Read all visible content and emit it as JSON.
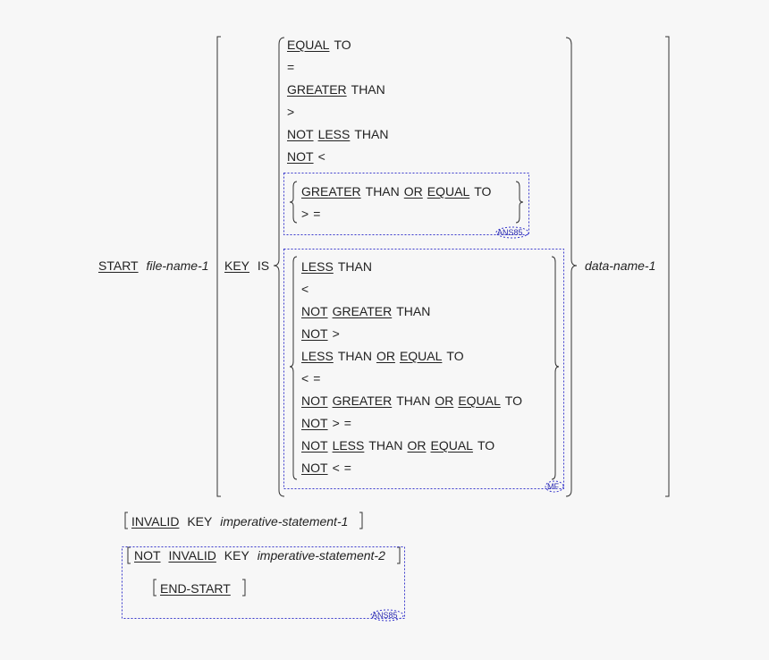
{
  "statement": {
    "verb": "START",
    "file_name": "file-name-1",
    "key_words": [
      "KEY",
      "IS"
    ],
    "data_name": "data-name-1"
  },
  "relations": [
    [
      {
        "t": "EQUAL",
        "u": true
      },
      {
        "t": "TO",
        "u": false
      }
    ],
    [
      {
        "t": "=",
        "u": false
      }
    ],
    [
      {
        "t": "GREATER",
        "u": true
      },
      {
        "t": "THAN",
        "u": false
      }
    ],
    [
      {
        "t": ">",
        "u": false
      }
    ],
    [
      {
        "t": "NOT",
        "u": true
      },
      {
        "t": "LESS",
        "u": true
      },
      {
        "t": "THAN",
        "u": false
      }
    ],
    [
      {
        "t": "NOT",
        "u": true
      },
      {
        "t": "<",
        "u": false
      }
    ]
  ],
  "ans85_relations": [
    [
      {
        "t": "GREATER",
        "u": true
      },
      {
        "t": "THAN",
        "u": false
      },
      {
        "t": "OR",
        "u": true
      },
      {
        "t": "EQUAL",
        "u": true
      },
      {
        "t": "TO",
        "u": false
      }
    ],
    [
      {
        "t": ">",
        "u": false
      },
      {
        "t": "=",
        "u": false
      }
    ]
  ],
  "mf_relations": [
    [
      {
        "t": "LESS",
        "u": true
      },
      {
        "t": "THAN",
        "u": false
      }
    ],
    [
      {
        "t": "<",
        "u": false
      }
    ],
    [
      {
        "t": "NOT",
        "u": true
      },
      {
        "t": "GREATER",
        "u": true
      },
      {
        "t": "THAN",
        "u": false
      }
    ],
    [
      {
        "t": "NOT",
        "u": true
      },
      {
        "t": ">",
        "u": false
      }
    ],
    [
      {
        "t": "LESS",
        "u": true
      },
      {
        "t": "THAN",
        "u": false
      },
      {
        "t": "OR",
        "u": true
      },
      {
        "t": "EQUAL",
        "u": true
      },
      {
        "t": "TO",
        "u": false
      }
    ],
    [
      {
        "t": "<",
        "u": false
      },
      {
        "t": "=",
        "u": false
      }
    ],
    [
      {
        "t": "NOT",
        "u": true
      },
      {
        "t": "GREATER",
        "u": true
      },
      {
        "t": "THAN",
        "u": false
      },
      {
        "t": "OR",
        "u": true
      },
      {
        "t": "EQUAL",
        "u": true
      },
      {
        "t": "TO",
        "u": false
      }
    ],
    [
      {
        "t": "NOT",
        "u": true
      },
      {
        "t": ">",
        "u": false
      },
      {
        "t": "=",
        "u": false
      }
    ],
    [
      {
        "t": "NOT",
        "u": true
      },
      {
        "t": "LESS",
        "u": true
      },
      {
        "t": "THAN",
        "u": false
      },
      {
        "t": "OR",
        "u": true
      },
      {
        "t": "EQUAL",
        "u": true
      },
      {
        "t": "TO",
        "u": false
      }
    ],
    [
      {
        "t": "NOT",
        "u": true
      },
      {
        "t": "<",
        "u": false
      },
      {
        "t": "=",
        "u": false
      }
    ]
  ],
  "invalid_clause": {
    "words": [
      "INVALID",
      "KEY"
    ],
    "statement": "imperative-statement-1"
  },
  "not_invalid_clause": {
    "words": [
      "NOT",
      "INVALID",
      "KEY"
    ],
    "statement": "imperative-statement-2"
  },
  "end_start": "END-START",
  "tags": {
    "ans85": "ANS85",
    "mf": "MF"
  },
  "colors": {
    "line": "#333333",
    "dotted_box": "#3a3acc",
    "text": "#222222"
  }
}
